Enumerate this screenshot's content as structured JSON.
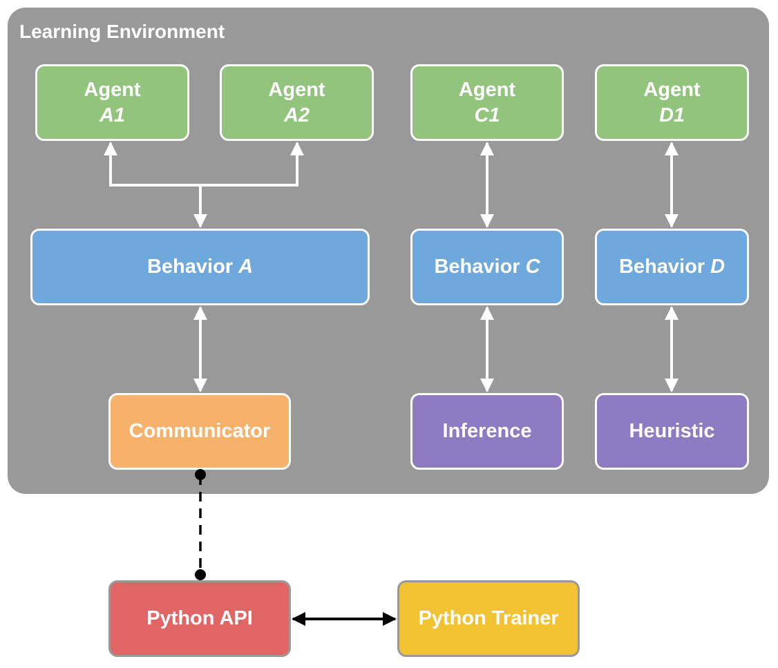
{
  "environment": {
    "title": "Learning Environment"
  },
  "agents": [
    {
      "label": "Agent",
      "id": "A1"
    },
    {
      "label": "Agent",
      "id": "A2"
    },
    {
      "label": "Agent",
      "id": "C1"
    },
    {
      "label": "Agent",
      "id": "D1"
    }
  ],
  "behaviors": [
    {
      "label": "Behavior",
      "id": "A"
    },
    {
      "label": "Behavior",
      "id": "C"
    },
    {
      "label": "Behavior",
      "id": "D"
    }
  ],
  "communicator": {
    "label": "Communicator"
  },
  "inference": {
    "label": "Inference"
  },
  "heuristic": {
    "label": "Heuristic"
  },
  "python_api": {
    "label": "Python API"
  },
  "python_trainer": {
    "label": "Python Trainer"
  },
  "colors": {
    "environment": "#999999",
    "agent": "#93c47d",
    "behavior": "#6fa8dc",
    "communicator": "#f6b26b",
    "inference_heuristic": "#8e7cc3",
    "python_api": "#e06666",
    "python_trainer": "#f1c232"
  }
}
